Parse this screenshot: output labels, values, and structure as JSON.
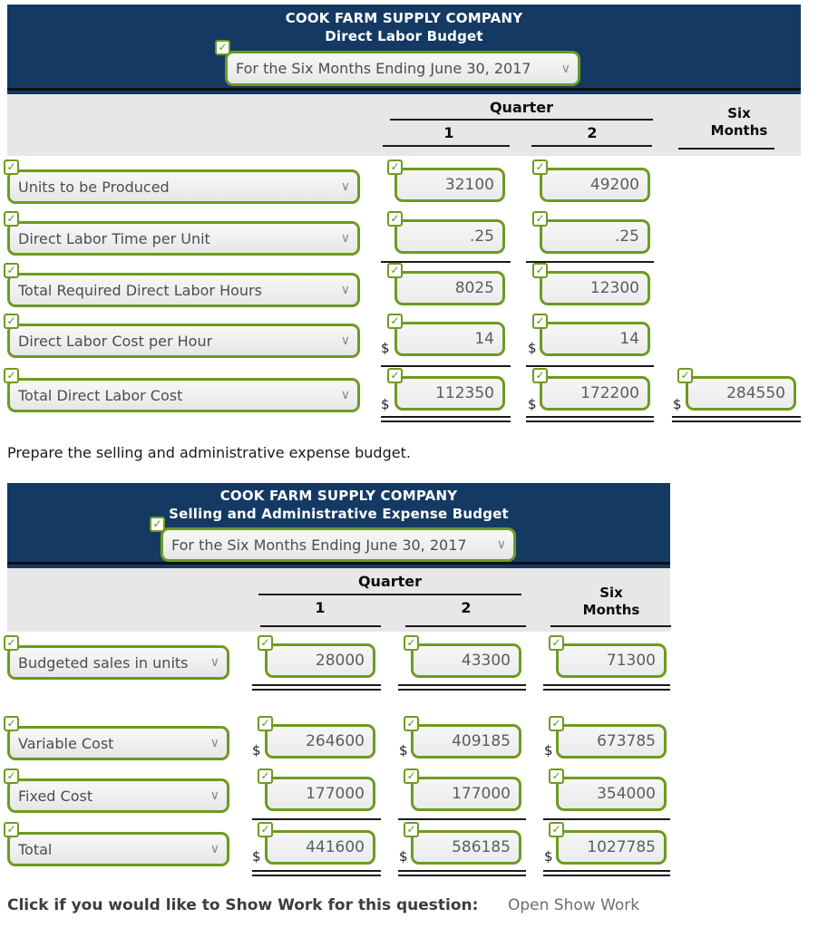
{
  "icons": {
    "check": "✓",
    "chevron": "∨"
  },
  "currency": "$",
  "colors": {
    "header_navy": "#143a64",
    "accent_green": "#6d9b20",
    "band_gray": "#e7e7e7"
  },
  "table1": {
    "company": "COOK FARM SUPPLY COMPANY",
    "subtitle": "Direct Labor Budget",
    "period": "For the Six Months Ending June 30, 2017",
    "quarter_label": "Quarter",
    "col1_label": "1",
    "col2_label": "2",
    "six_label_line1": "Six",
    "six_label_line2": "Months",
    "rows": [
      {
        "label": "Units to be Produced",
        "q1": "32100",
        "q2": "49200"
      },
      {
        "label": "Direct Labor Time per Unit",
        "q1": ".25",
        "q2": ".25"
      },
      {
        "label": "Total Required Direct Labor Hours",
        "q1": "8025",
        "q2": "12300"
      },
      {
        "label": "Direct Labor Cost per Hour",
        "q1": "14",
        "q2": "14"
      },
      {
        "label": "Total Direct Labor Cost",
        "q1": "112350",
        "q2": "172200",
        "six": "284550"
      }
    ]
  },
  "prompt_text": "Prepare the selling and administrative expense budget.",
  "table2": {
    "company": "COOK FARM SUPPLY COMPANY",
    "subtitle": "Selling and Administrative Expense Budget",
    "period": "For the Six Months Ending June 30, 2017",
    "quarter_label": "Quarter",
    "col1_label": "1",
    "col2_label": "2",
    "six_label_line1": "Six",
    "six_label_line2": "Months",
    "rows": [
      {
        "label": "Budgeted sales in units",
        "q1": "28000",
        "q2": "43300",
        "six": "71300"
      },
      {
        "label": "Variable Cost",
        "q1": "264600",
        "q2": "409185",
        "six": "673785"
      },
      {
        "label": "Fixed Cost",
        "q1": "177000",
        "q2": "177000",
        "six": "354000"
      },
      {
        "label": "Total",
        "q1": "441600",
        "q2": "586185",
        "six": "1027785"
      }
    ]
  },
  "footer": {
    "prompt": "Click if you would like to Show Work for this question:",
    "action": "Open Show Work"
  }
}
